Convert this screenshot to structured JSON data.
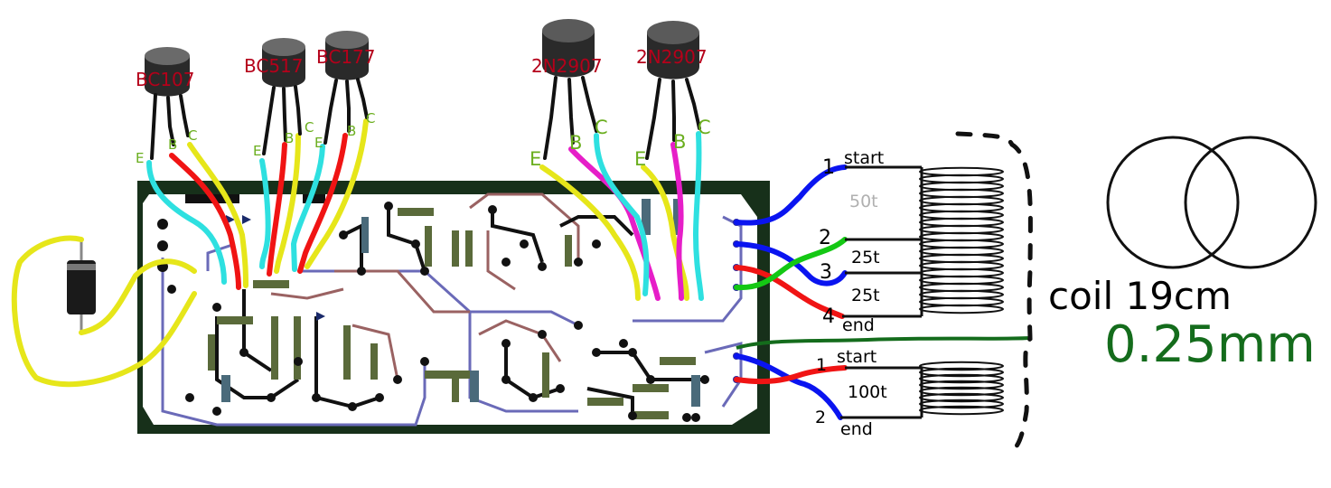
{
  "transistors": [
    {
      "part": "BC107",
      "pins": [
        "E",
        "B",
        "C"
      ]
    },
    {
      "part": "BC517",
      "pins": [
        "E",
        "B",
        "C"
      ]
    },
    {
      "part": "BC177",
      "pins": [
        "E",
        "B",
        "C"
      ]
    },
    {
      "part": "2N2907",
      "pins": [
        "E",
        "B",
        "C"
      ]
    },
    {
      "part": "2N2907",
      "pins": [
        "E",
        "B",
        "C"
      ]
    }
  ],
  "coil_top": {
    "start": "start",
    "end": "end",
    "taps": [
      "1",
      "2",
      "3",
      "4"
    ],
    "turns": [
      "50t",
      "25t",
      "25t"
    ]
  },
  "coil_bottom": {
    "start": "start",
    "end": "end",
    "taps": [
      "1",
      "2"
    ],
    "turns": "100t"
  },
  "coil_spec": {
    "size": "coil 19cm",
    "wire": "0.25mm"
  },
  "colors": {
    "board": "#17301a",
    "wire_yellow": "#e6e61a",
    "wire_cyan": "#2ee0e0",
    "wire_red": "#f01414",
    "wire_magenta": "#e61ec8",
    "wire_blue": "#0a14f0",
    "wire_green": "#14c814",
    "label_red": "#b5001a",
    "pin_green": "#6aae1e",
    "wire_spec_green": "#146c1c"
  }
}
